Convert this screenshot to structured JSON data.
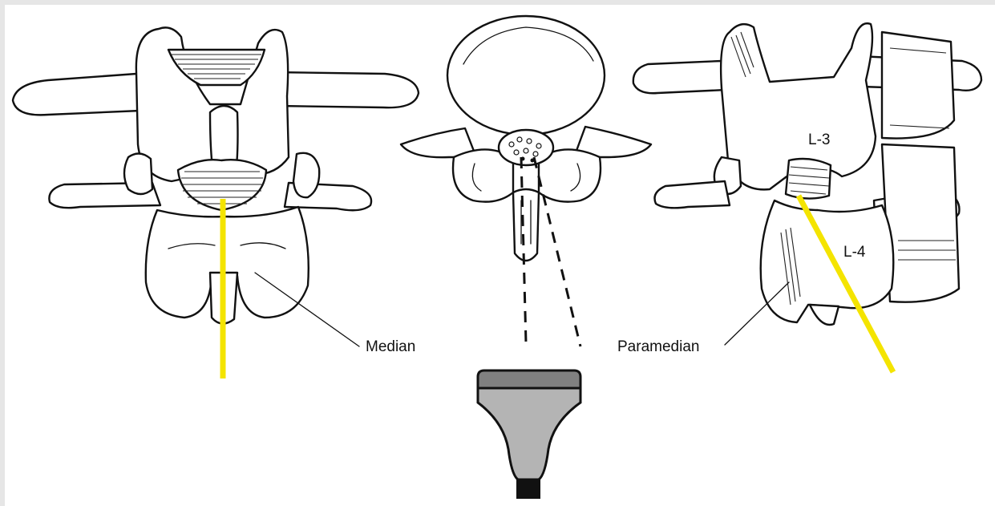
{
  "labels": {
    "median": "Median",
    "paramedian": "Paramedian",
    "l3": "L-3",
    "l4": "L-4"
  },
  "colors": {
    "needle": "#f4e400",
    "probe_face": "#808080",
    "probe_body": "#b4b4b4",
    "probe_cable": "#111111",
    "frame_border": "#e6e6e6"
  },
  "icons": [
    "posterior-view-vertebrae",
    "axial-vertebra-cross-section",
    "oblique-view-vertebrae",
    "ultrasound-probe"
  ]
}
